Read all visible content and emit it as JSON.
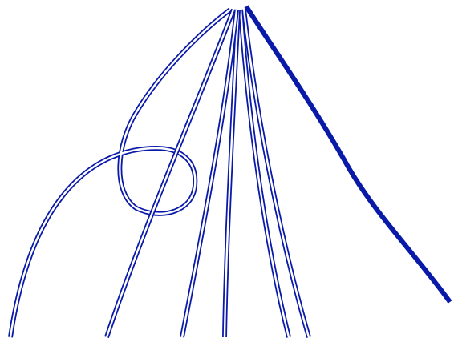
{
  "diagram": {
    "kind": "knot-strands",
    "colors": {
      "strand": "#0a1aa8",
      "strand_fill": "#ffffff",
      "background": "#ffffff"
    },
    "strands": [
      {
        "id": "strand-loop",
        "style": "double-line",
        "forms_loop": true
      },
      {
        "id": "strand-diagonal",
        "style": "double-line"
      },
      {
        "id": "strand-middle-left",
        "style": "double-line"
      },
      {
        "id": "strand-center",
        "style": "double-line"
      },
      {
        "id": "strand-middle-right",
        "style": "double-line"
      },
      {
        "id": "strand-right",
        "style": "double-line"
      },
      {
        "id": "strand-thick",
        "style": "solid"
      }
    ]
  }
}
